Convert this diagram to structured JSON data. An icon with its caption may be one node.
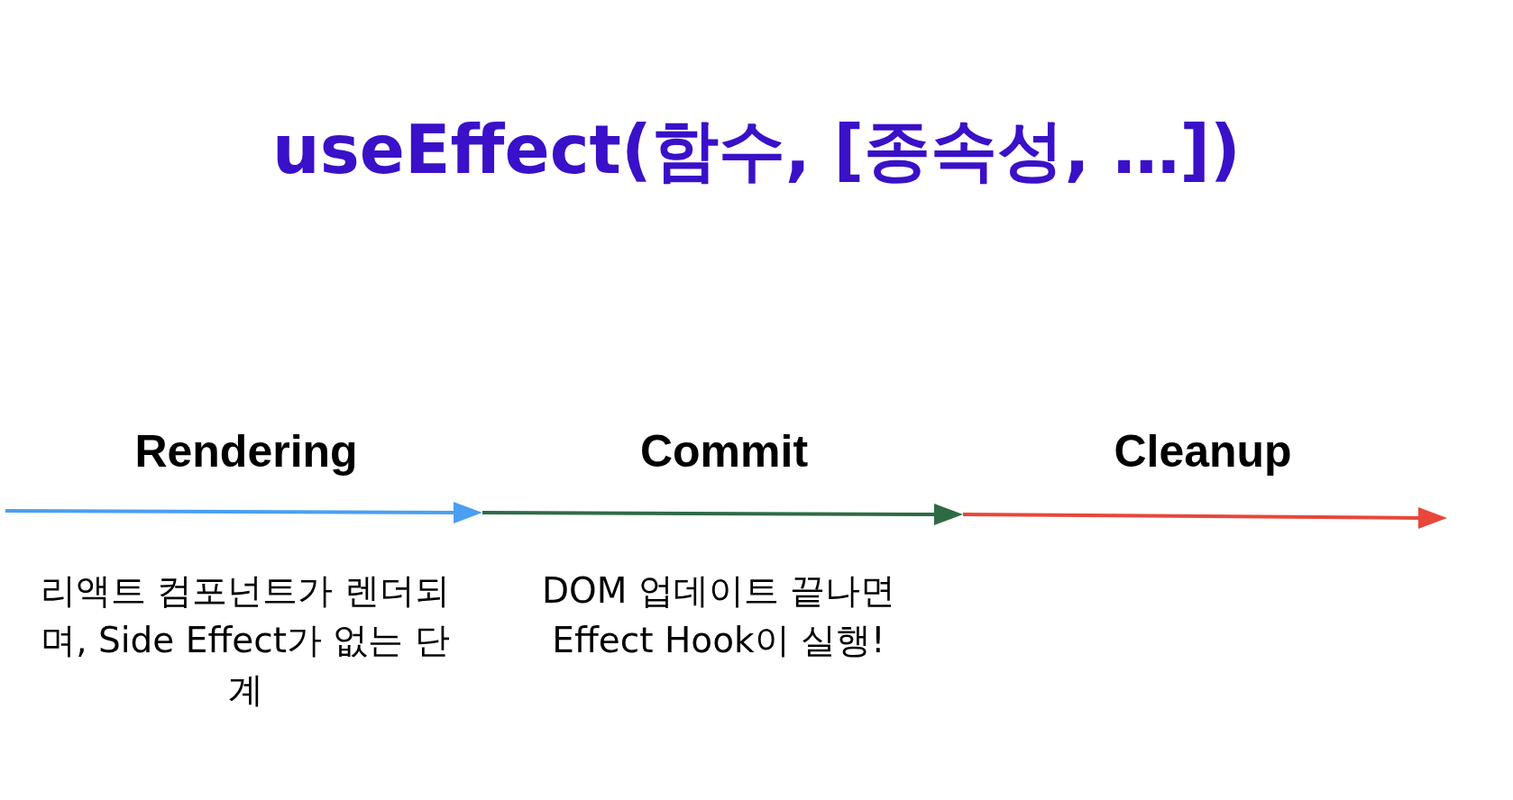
{
  "diagram": {
    "title": "useEffect(함수, [종속성, …])",
    "labels": [
      "Rendering",
      "Commit",
      "Cleanup",
      "리액트 컴포넌트가 렌더되며, Side Effect가 없는 단계",
      "DOM 업데이트 끝나면 Effect Hook이 실행!"
    ]
  }
}
